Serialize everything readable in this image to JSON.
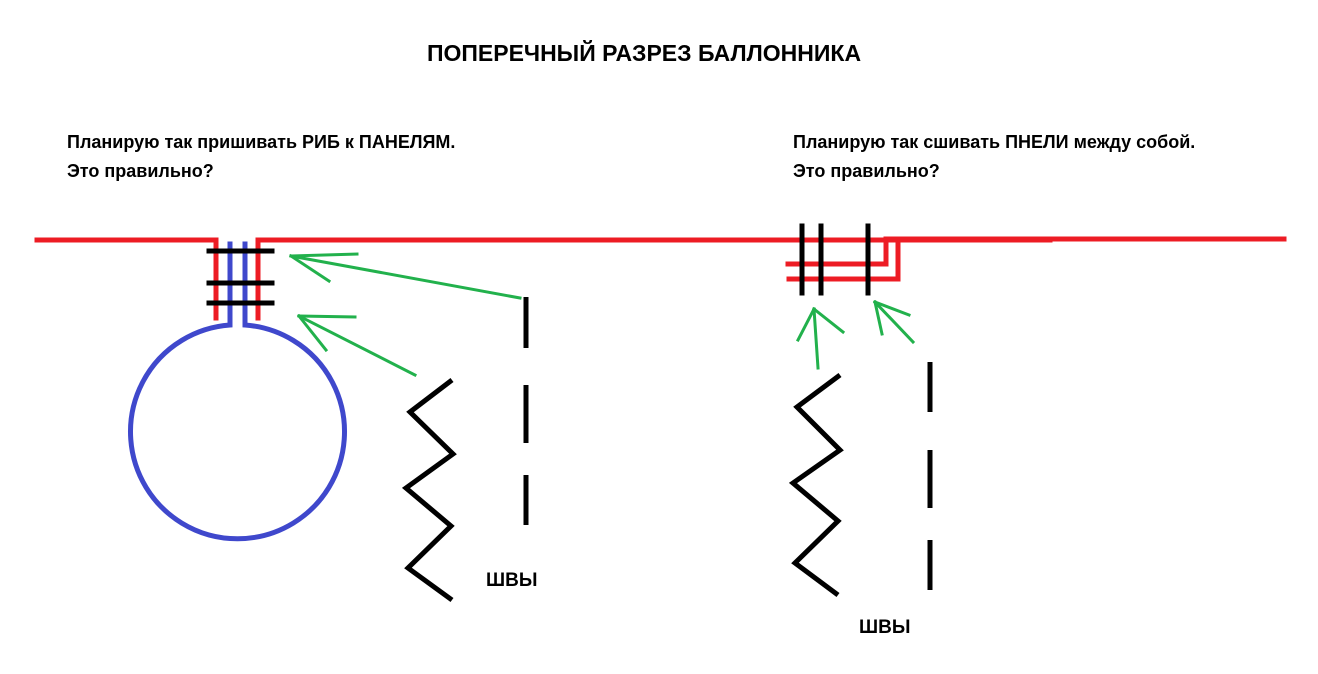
{
  "title": "ПОПЕРЕЧНЫЙ РАЗРЕЗ БАЛЛОННИКА",
  "left_note": {
    "line1": "Планирую так пришивать РИБ к ПАНЕЛЯМ.",
    "line2": "Это правильно?"
  },
  "right_note": {
    "line1": "Планирую так сшивать ПНЕЛИ между собой.",
    "line2": "Это правильно?"
  },
  "left_seams_label": "ШВЫ",
  "right_seams_label": "ШВЫ",
  "colors": {
    "panel": "#ed1c24",
    "rib": "#3f48cc",
    "stitch": "#000000",
    "arrow": "#22b14c"
  }
}
